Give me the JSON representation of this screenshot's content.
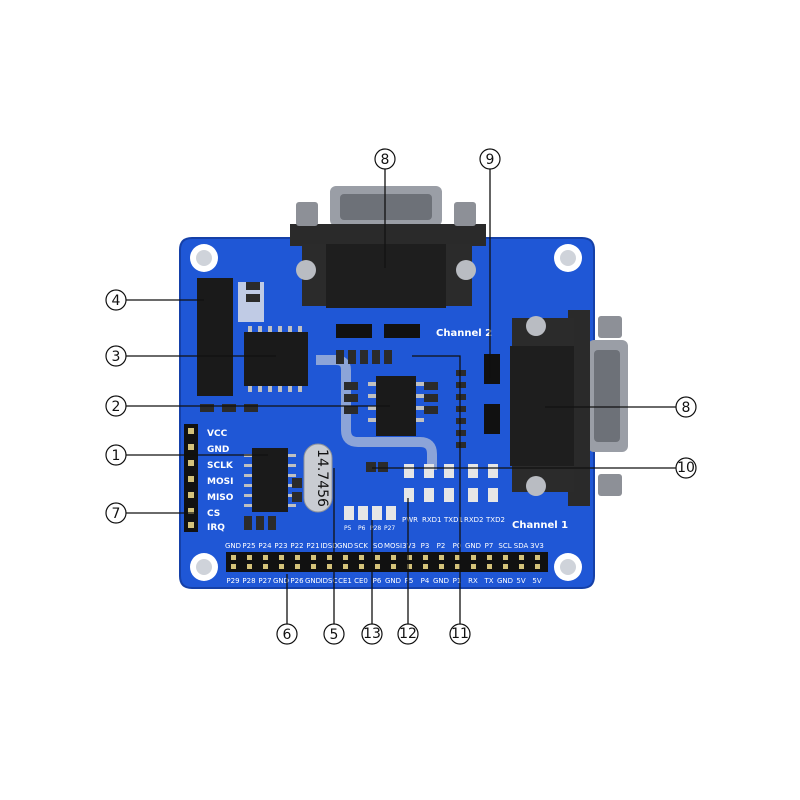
{
  "callouts": {
    "c1": "1",
    "c2": "2",
    "c3": "3",
    "c4": "4",
    "c5": "5",
    "c6": "6",
    "c7": "7",
    "c8a": "8",
    "c8b": "8",
    "c9": "9",
    "c10": "10",
    "c11": "11",
    "c12": "12",
    "c13": "13"
  },
  "silkscreen": {
    "channel1": "Channel 1",
    "channel2": "Channel 2",
    "crystal": "14.7456",
    "spi_pins": [
      "VCC",
      "GND",
      "SCLK",
      "MOSI",
      "MISO",
      "CS",
      "IRQ"
    ],
    "led_labels": [
      "PWR",
      "RXD1",
      "TXD1",
      "RXD2",
      "TXD2"
    ],
    "jumper_labels": [
      "P5",
      "P6",
      "P28",
      "P27"
    ],
    "header_top": [
      "GND",
      "P25",
      "P24",
      "P23",
      "P22",
      "P21",
      "IDSD",
      "GND",
      "SCK",
      "ISO",
      "MOSI",
      "3V3",
      "P3",
      "P2",
      "P0",
      "GND",
      "P7",
      "SCL",
      "SDA",
      "3V3"
    ],
    "header_bottom": [
      "P29",
      "P28",
      "P27",
      "GND",
      "P26",
      "GND",
      "IDSC",
      "CE1",
      "CE0",
      "P6",
      "GND",
      "P5",
      "P4",
      "GND",
      "P1",
      "RX",
      "TX",
      "GND",
      "5V",
      "5V"
    ]
  },
  "colors": {
    "board": "#1f57d6",
    "board_edge": "#1540a8",
    "connector_metal": "#9a9ea6",
    "ic_black": "#1a1a1a"
  }
}
